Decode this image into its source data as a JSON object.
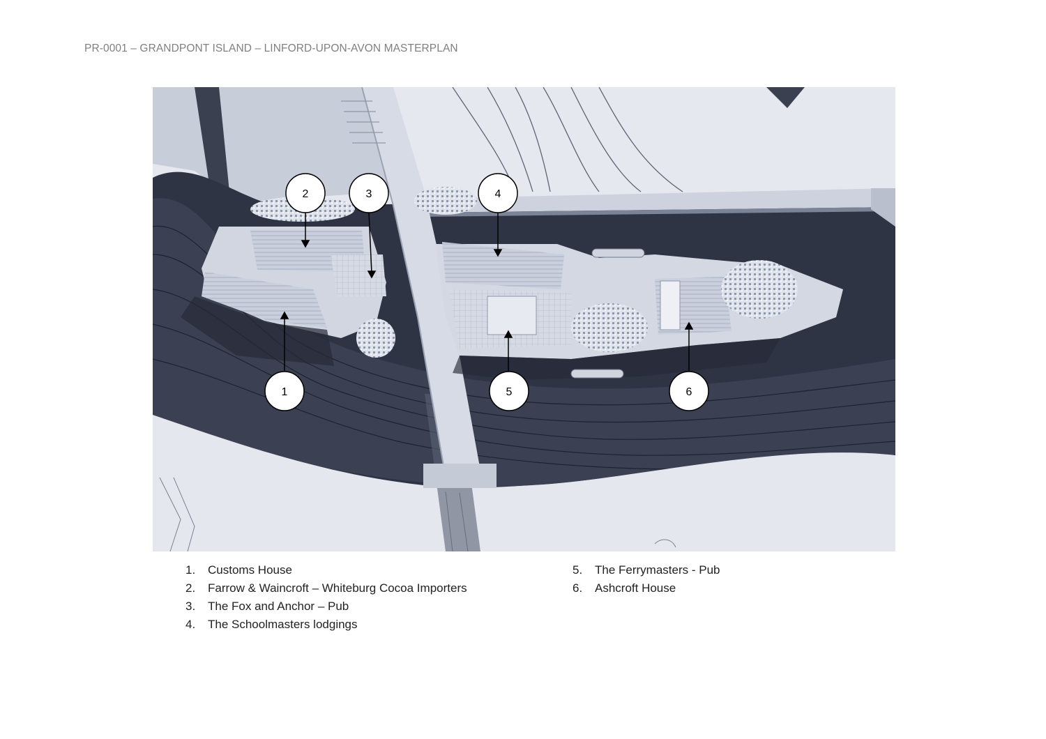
{
  "header": {
    "title": "PR-0001 – GRANDPONT ISLAND – LINFORD-UPON-AVON MASTERPLAN"
  },
  "figure": {
    "markers": [
      {
        "number": "1"
      },
      {
        "number": "2"
      },
      {
        "number": "3"
      },
      {
        "number": "4"
      },
      {
        "number": "5"
      },
      {
        "number": "6"
      }
    ]
  },
  "legend": {
    "items": [
      {
        "number": "1.",
        "label": "Customs House"
      },
      {
        "number": "2.",
        "label": "Farrow & Waincroft – Whiteburg Cocoa Importers"
      },
      {
        "number": "3.",
        "label": "The Fox and Anchor – Pub"
      },
      {
        "number": "4.",
        "label": "The Schoolmasters lodgings"
      },
      {
        "number": "5.",
        "label": "The Ferrymasters - Pub"
      },
      {
        "number": "6.",
        "label": "Ashcroft House"
      }
    ]
  },
  "colors": {
    "water_deep": "#2f3444",
    "water_mid": "#4a5064",
    "land": "#e6e8ef",
    "building": "#cdd3e0",
    "header_text": "#7f7f7f"
  }
}
